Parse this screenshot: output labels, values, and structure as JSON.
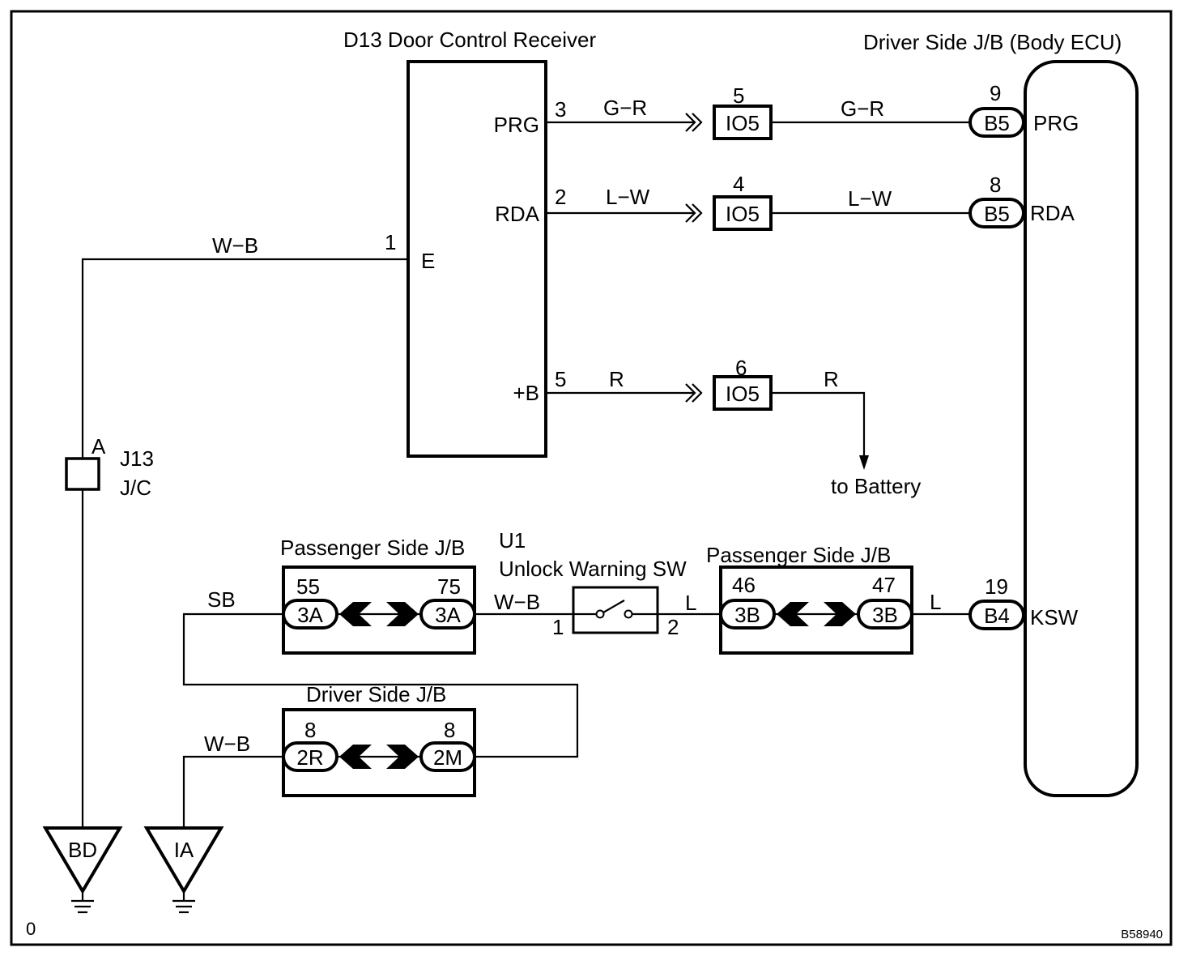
{
  "receiver": {
    "title": "D13 Door Control Receiver",
    "pins": {
      "prg": "PRG",
      "rda": "RDA",
      "e": "E",
      "b": "+B",
      "prg_num": "3",
      "rda_num": "2",
      "e_num": "1",
      "b_num": "5"
    }
  },
  "ecu": {
    "title": "Driver Side J/B (Body ECU)",
    "pins": {
      "prg": "PRG",
      "rda": "RDA",
      "ksw": "KSW"
    }
  },
  "wires": {
    "prg_left": "G−R",
    "prg_right": "G−R",
    "rda_left": "L−W",
    "rda_right": "L−W",
    "b_left": "R",
    "b_right": "R",
    "ground_main": "W−B",
    "sw_left": "W−B",
    "sw_right": "L",
    "ecu_ksw": "L",
    "sb": "SB",
    "ground_ia": "W−B"
  },
  "connectors": {
    "io5_prg": {
      "num": "5",
      "label": "IO5"
    },
    "io5_rda": {
      "num": "4",
      "label": "IO5"
    },
    "io5_b": {
      "num": "6",
      "label": "IO5"
    },
    "b5_prg": {
      "num": "9",
      "label": "B5"
    },
    "b5_rda": {
      "num": "8",
      "label": "B5"
    },
    "b4_ksw": {
      "num": "19",
      "label": "B4"
    }
  },
  "battery": {
    "label": "to Battery"
  },
  "junction": {
    "pin": "A",
    "line1": "J13",
    "line2": "J/C"
  },
  "pj_left": {
    "title": "Passenger Side J/B",
    "left": {
      "num": "55",
      "label": "3A"
    },
    "right": {
      "num": "75",
      "label": "3A"
    }
  },
  "pj_right": {
    "title": "Passenger Side J/B",
    "left": {
      "num": "46",
      "label": "3B"
    },
    "right": {
      "num": "47",
      "label": "3B"
    }
  },
  "switch": {
    "code": "U1",
    "title": "Unlock Warning SW",
    "pin1": "1",
    "pin2": "2"
  },
  "dj": {
    "title": "Driver Side J/B",
    "left": {
      "num": "8",
      "label": "2R"
    },
    "right": {
      "num": "8",
      "label": "2M"
    }
  },
  "grounds": {
    "bd": "BD",
    "ia": "IA"
  },
  "footer": {
    "left": "0",
    "code": "B58940"
  }
}
